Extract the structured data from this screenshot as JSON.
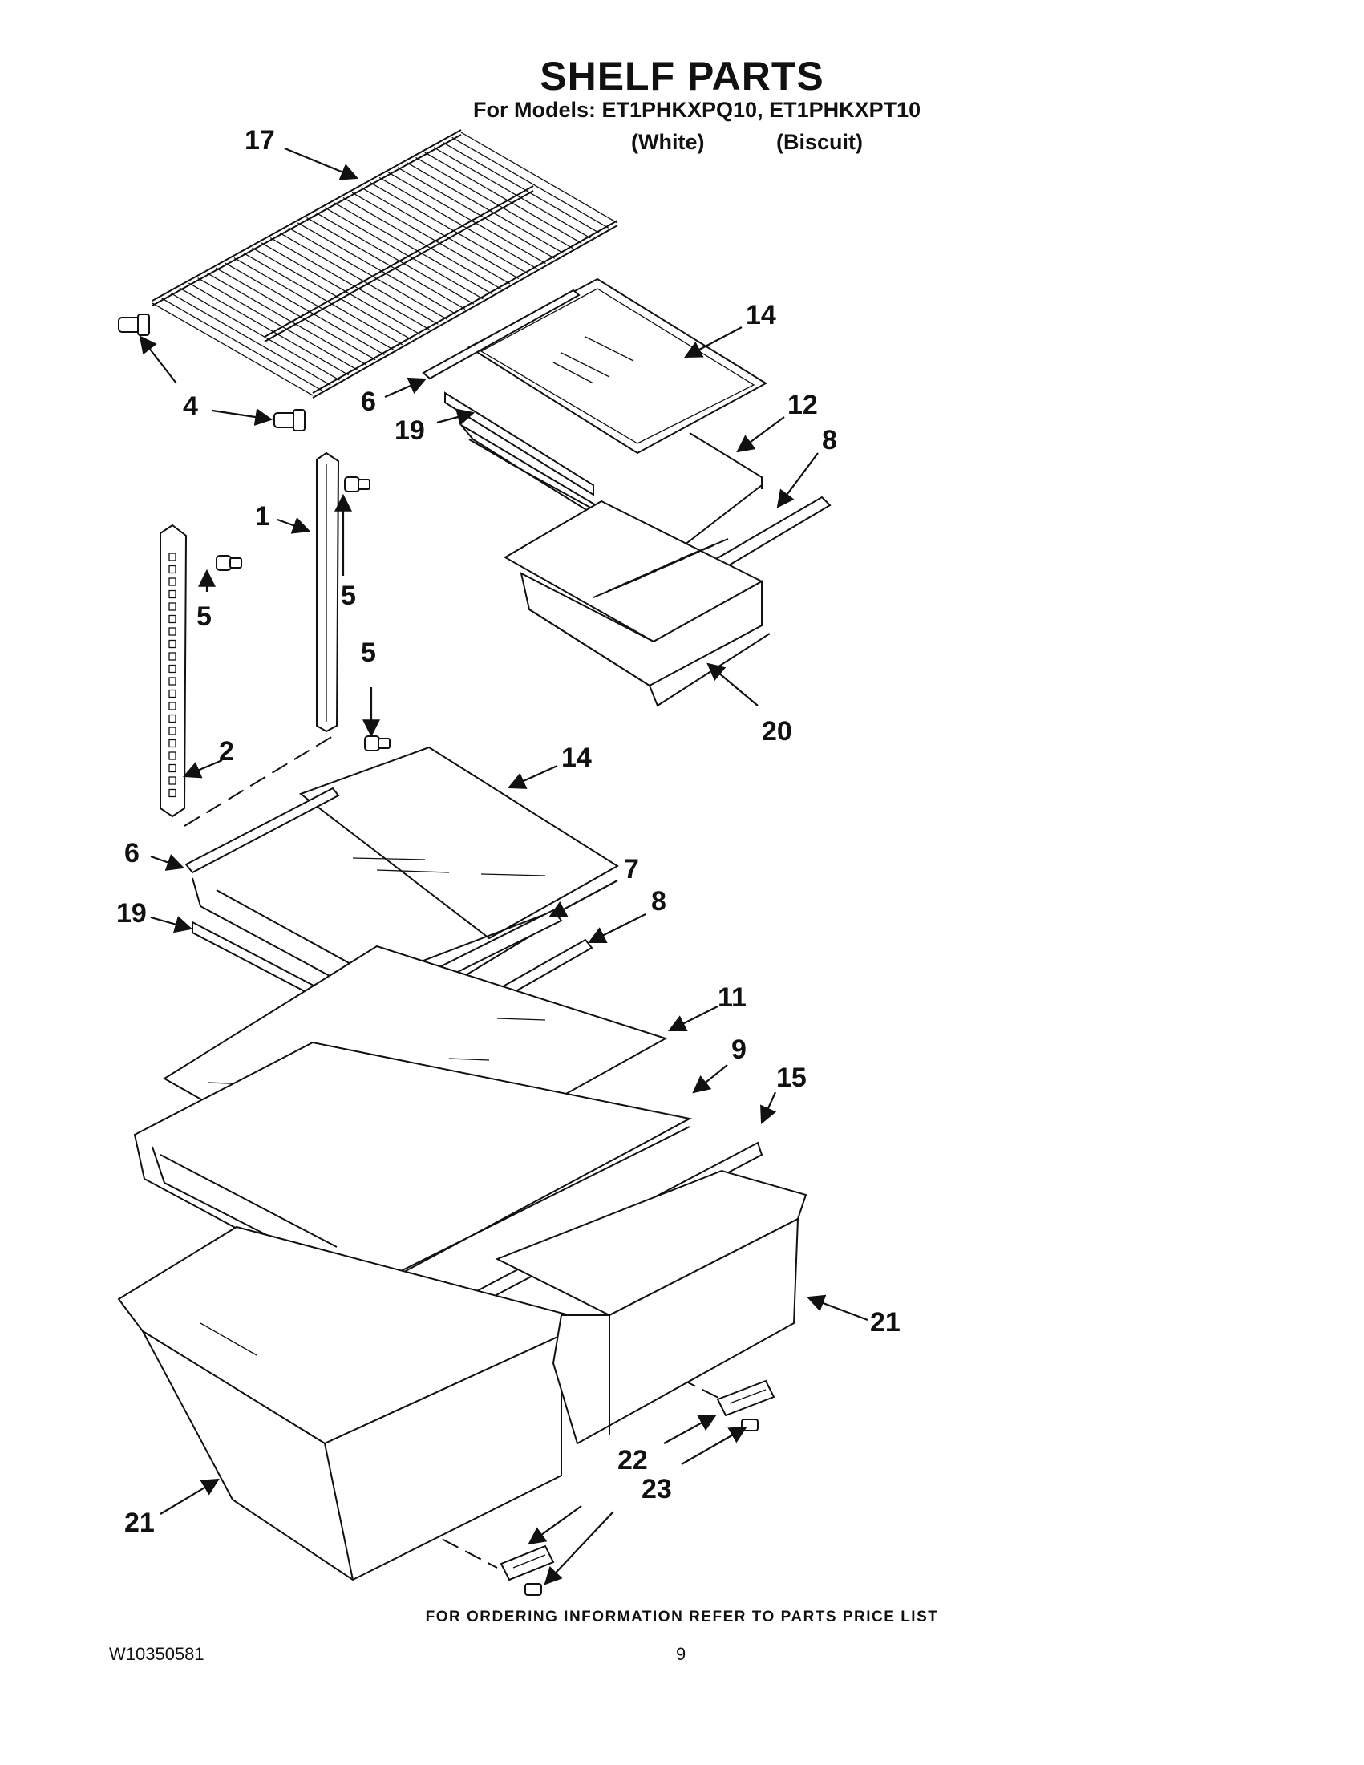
{
  "header": {
    "title": "SHELF PARTS",
    "models_line": "For Models: ET1PHKXPQ10, ET1PHKXPT10",
    "variant_white": "(White)",
    "variant_biscuit": "(Biscuit)"
  },
  "callouts": {
    "c17": "17",
    "c14a": "14",
    "c4a": "4",
    "c6a": "6",
    "c19a": "19",
    "c12": "12",
    "c8a": "8",
    "c1": "1",
    "c5a": "5",
    "c5b": "5",
    "c5c": "5",
    "c20": "20",
    "c2": "2",
    "c14b": "14",
    "c6b": "6",
    "c7": "7",
    "c8b": "8",
    "c19b": "19",
    "c11": "11",
    "c9": "9",
    "c15": "15",
    "c21a": "21",
    "c22": "22",
    "c23": "23",
    "c21b": "21"
  },
  "footer": {
    "ordering_note": "FOR ORDERING INFORMATION REFER TO PARTS PRICE LIST",
    "doc_number": "W10350581",
    "page_number": "9"
  }
}
